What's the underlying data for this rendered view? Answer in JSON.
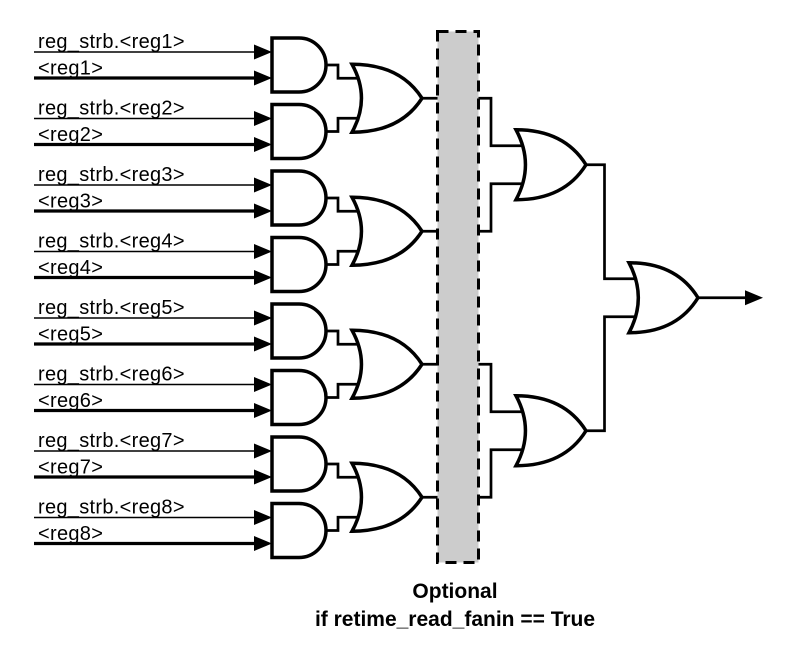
{
  "inputs": [
    {
      "strobe": "reg_strb.<reg1>",
      "value": "<reg1>"
    },
    {
      "strobe": "reg_strb.<reg2>",
      "value": "<reg2>"
    },
    {
      "strobe": "reg_strb.<reg3>",
      "value": "<reg3>"
    },
    {
      "strobe": "reg_strb.<reg4>",
      "value": "<reg4>"
    },
    {
      "strobe": "reg_strb.<reg5>",
      "value": "<reg5>"
    },
    {
      "strobe": "reg_strb.<reg6>",
      "value": "<reg6>"
    },
    {
      "strobe": "reg_strb.<reg7>",
      "value": "<reg7>"
    },
    {
      "strobe": "reg_strb.<reg8>",
      "value": "<reg8>"
    }
  ],
  "caption": {
    "line1": "Optional",
    "line2": "if retime_read_fanin == True"
  },
  "colors": {
    "stroke": "#000000",
    "gate_fill": "#ffffff",
    "box_fill": "#cccccc",
    "background": "#ffffff"
  }
}
